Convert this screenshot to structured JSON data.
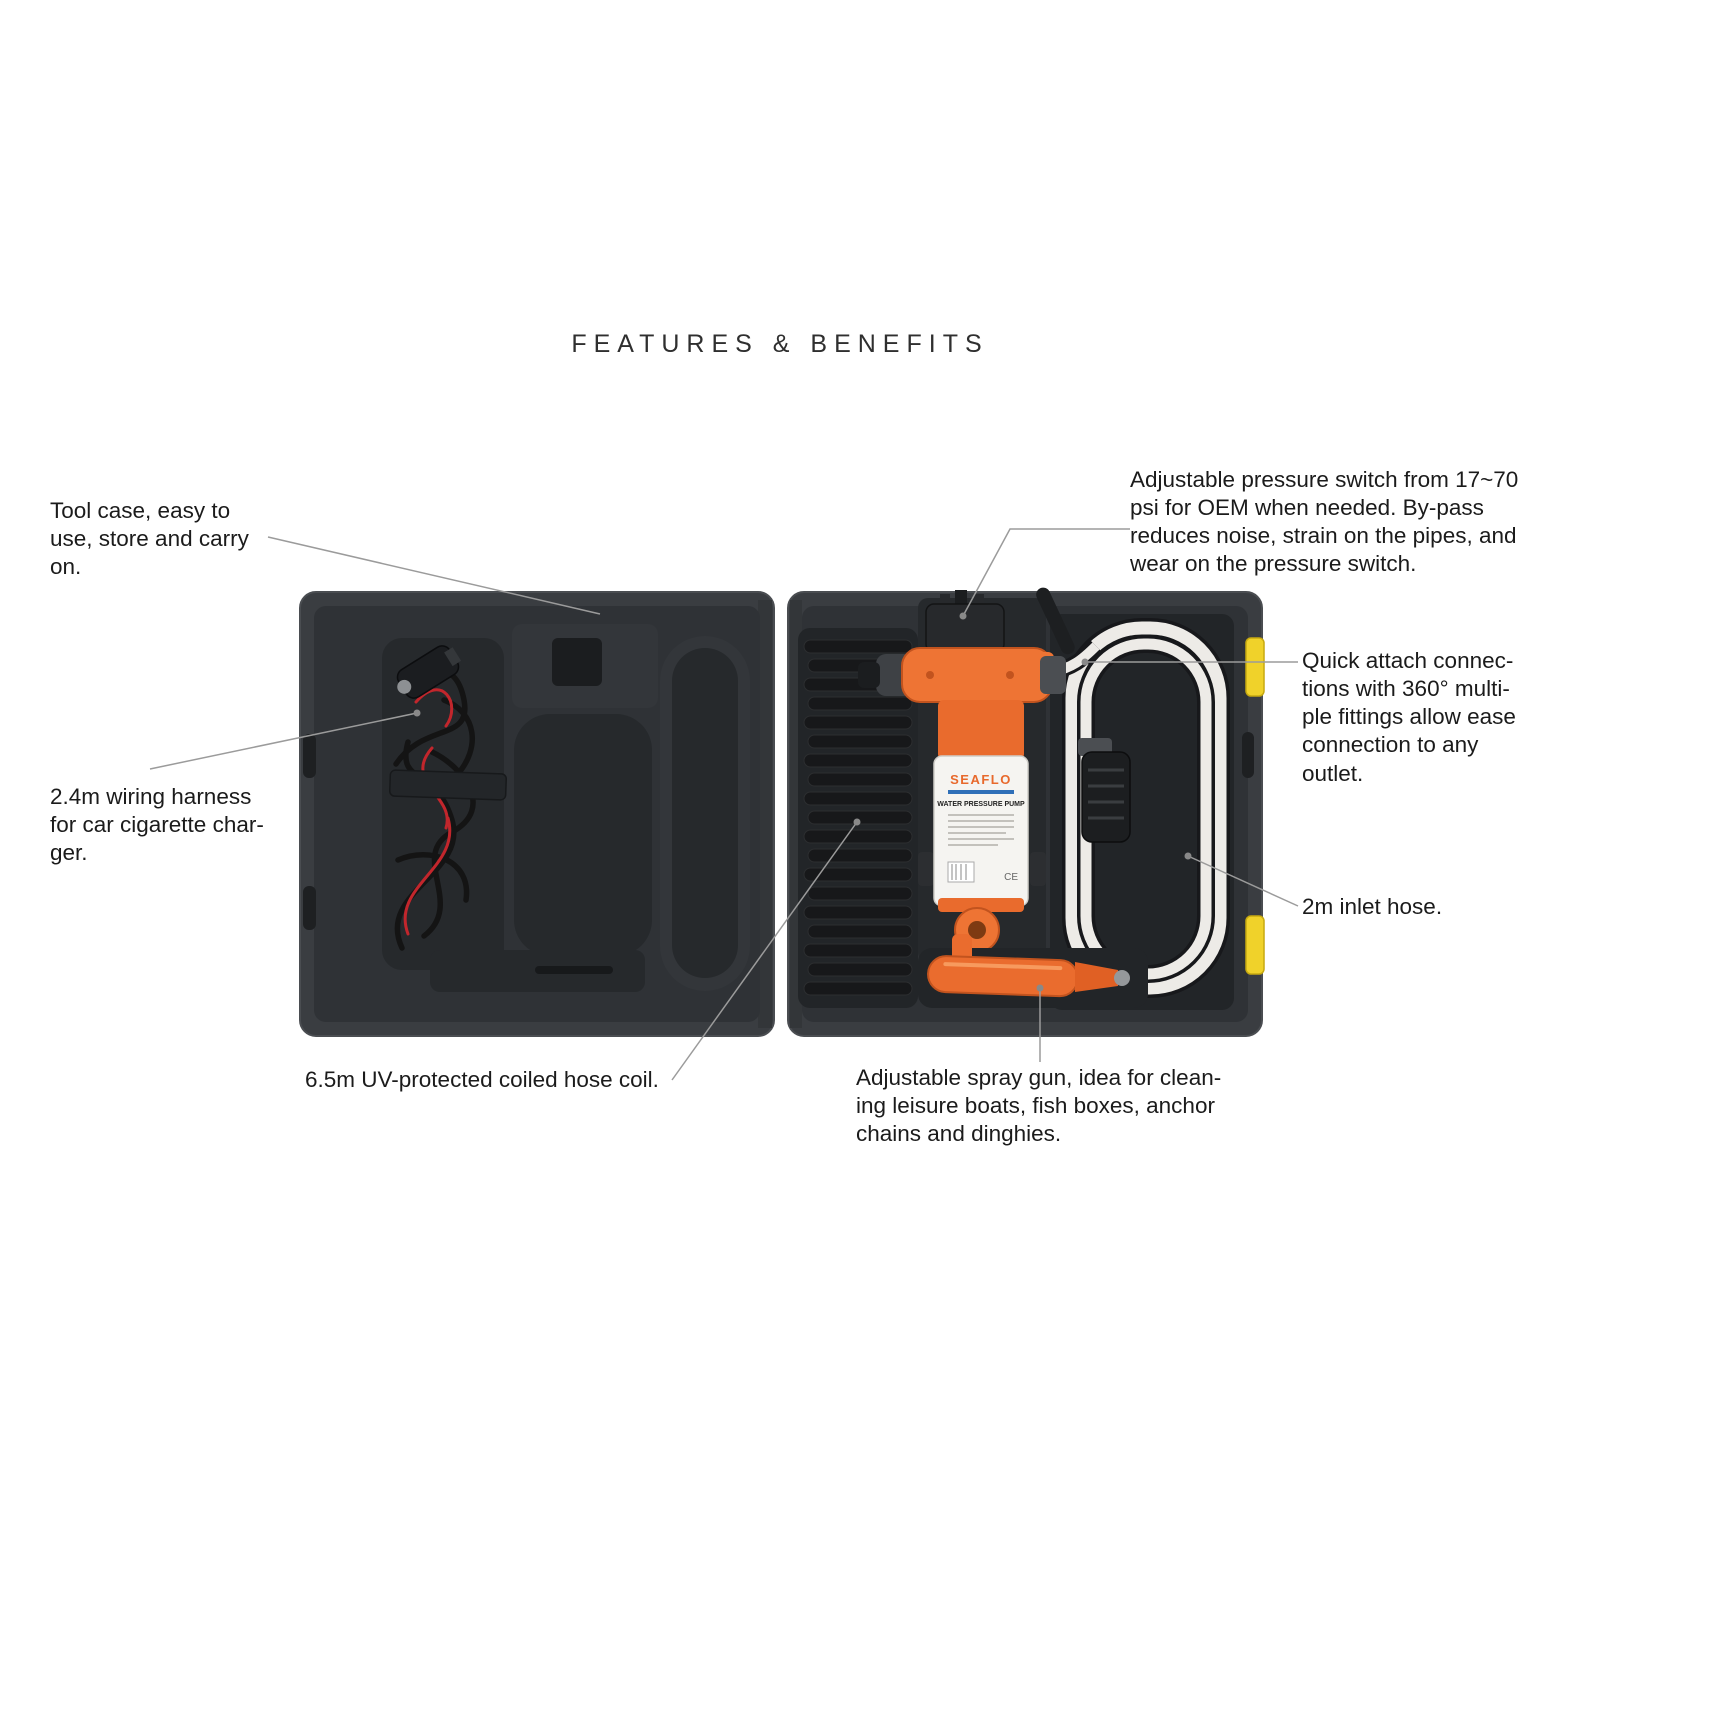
{
  "title": "FEATURES & BENEFITS",
  "callouts": {
    "tool_case": {
      "text": "Tool case, easy to\nuse, store and carry\non."
    },
    "wiring_harness": {
      "text": "2.4m wiring harness\nfor car cigarette char-\nger."
    },
    "coiled_hose": {
      "text": "6.5m UV-protected coiled hose coil."
    },
    "pressure_switch": {
      "text": "Adjustable pressure switch from 17~70\npsi for OEM when needed. By-pass\nreduces noise, strain on the pipes, and\nwear on the pressure switch."
    },
    "quick_attach": {
      "text": "Quick attach connec-\ntions with 360° multi-\nple fittings allow ease\nconnection to any\noutlet."
    },
    "inlet_hose": {
      "text": "2m inlet hose."
    },
    "spray_gun": {
      "text": "Adjustable spray gun, idea for clean-\ning leisure boats, fish boxes, anchor\nchains and dinghies."
    }
  },
  "illustration": {
    "pump": {
      "brand": "SEAFLO",
      "label": "WATER PRESSURE PUMP"
    },
    "colors": {
      "case_gray": "#3a3d41",
      "recess_gray": "#232528",
      "pump_orange": "#ee7434",
      "latch_yellow": "#f0d22a",
      "wire_red": "#c2262c"
    }
  }
}
